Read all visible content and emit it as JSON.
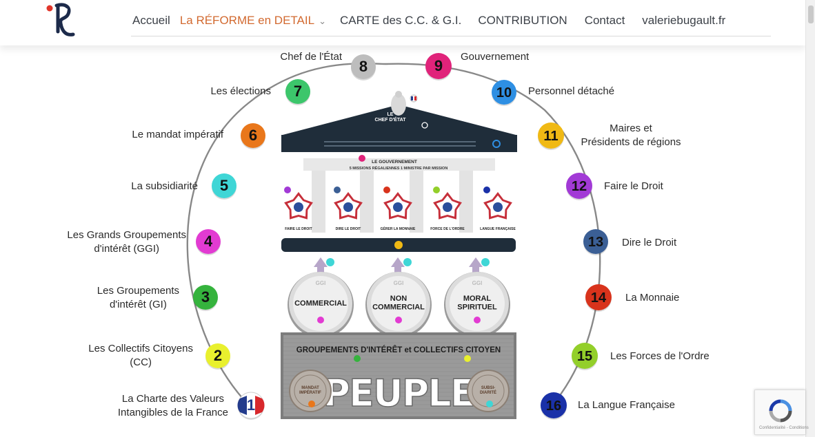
{
  "header": {
    "nav": [
      {
        "label": "Accueil",
        "active": false
      },
      {
        "label": "La RÉFORME en DETAIL",
        "active": true,
        "dropdown": true
      },
      {
        "label": "CARTE des C.C. & G.I.",
        "active": false
      },
      {
        "label": "CONTRIBUTION",
        "active": false
      },
      {
        "label": "Contact",
        "active": false
      },
      {
        "label": "valeriebugault.fr",
        "active": false
      }
    ]
  },
  "diagram": {
    "items": [
      {
        "n": "1",
        "label": "La Charte des Valeurs\nIntangibles de la France",
        "color": "#ffffff"
      },
      {
        "n": "2",
        "label": "Les Collectifs Citoyens\n(CC)",
        "color": "#e9f02e"
      },
      {
        "n": "3",
        "label": "Les Groupements\nd'intérêt (GI)",
        "color": "#35b33d"
      },
      {
        "n": "4",
        "label": "Les Grands Groupements\nd'intérêt (GGI)",
        "color": "#e23bd2"
      },
      {
        "n": "5",
        "label": "La subsidiarité",
        "color": "#3fd6d6"
      },
      {
        "n": "6",
        "label": "Le mandat impératif",
        "color": "#e9771b"
      },
      {
        "n": "7",
        "label": "Les élections",
        "color": "#3cc66b"
      },
      {
        "n": "8",
        "label": "Chef de l'État",
        "color": "#bdbdbd"
      },
      {
        "n": "9",
        "label": "Gouvernement",
        "color": "#e0237a"
      },
      {
        "n": "10",
        "label": "Personnel détaché",
        "color": "#2e8fe3"
      },
      {
        "n": "11",
        "label": "Maires et\nPrésidents de régions",
        "color": "#f0b914"
      },
      {
        "n": "12",
        "label": "Faire le Droit",
        "color": "#a23ad6"
      },
      {
        "n": "13",
        "label": "Dire le Droit",
        "color": "#3b5f95"
      },
      {
        "n": "14",
        "label": "La Monnaie",
        "color": "#d8331c"
      },
      {
        "n": "15",
        "label": "Les Forces de l'Ordre",
        "color": "#93cf2a"
      },
      {
        "n": "16",
        "label": "La Langue Française",
        "color": "#1a31a8"
      }
    ],
    "center": {
      "chef_title": "LE\nCHEF D'ÉTAT",
      "gouvernement": "LE GOUVERNEMENT",
      "missions": "5 MISSIONS RÉGALIENNES 1 MINISTRE PAR MISSION",
      "ministries": [
        "FAIRE LE DROIT",
        "DIRE LE DROIT",
        "GÉRER LA MONNAIE",
        "FORCE DE L'ORDRE",
        "LANGUE FRANÇAISE"
      ],
      "ggi": [
        "COMMERCIAL",
        "NON\nCOMMERCIAL",
        "MORAL\nSPIRITUEL"
      ],
      "ggi_tag": "GGI",
      "groupements": "GROUPEMENTS D'INTÉRÊT et COLLECTIFS CITOYEN",
      "peuple": "PEUPLE",
      "stamp_left": "MANDAT\nIMPÉRATIF",
      "stamp_right": "SUBSI-\nDIARITÉ"
    }
  },
  "recaptcha": {
    "text": "Confidentialité - Conditions"
  }
}
